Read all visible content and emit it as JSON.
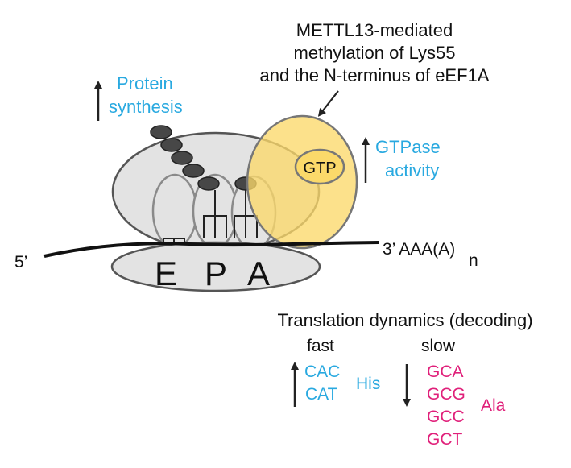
{
  "annotation": {
    "line1": "METTL13-mediated",
    "line2": "methylation of Lys55",
    "line3": "and the N-terminus of eEF1A"
  },
  "protein_synthesis": {
    "line1": "Protein",
    "line2": "synthesis"
  },
  "gtpase": {
    "line1": "GTPase",
    "line2": "activity"
  },
  "gtp_label": "GTP",
  "mrna": {
    "five_prime": "5’",
    "three_prime": "3’ AAA(A)",
    "subscript": "n"
  },
  "sites": {
    "e": "E",
    "p": "P",
    "a": "A"
  },
  "dynamics": {
    "title": "Translation dynamics (decoding)",
    "fast_label": "fast",
    "slow_label": "slow",
    "fast_codons": [
      "CAC",
      "CAT"
    ],
    "fast_aa": "His",
    "slow_codons": [
      "GCA",
      "GCG",
      "GCC",
      "GCT"
    ],
    "slow_aa": "Ala"
  },
  "colors": {
    "blue": "#29a9e0",
    "magenta": "#e0207a",
    "yellow_fill": "#fbd96a",
    "ribosome_gray": "#e3e3e3",
    "dark_bead": "#474747"
  }
}
